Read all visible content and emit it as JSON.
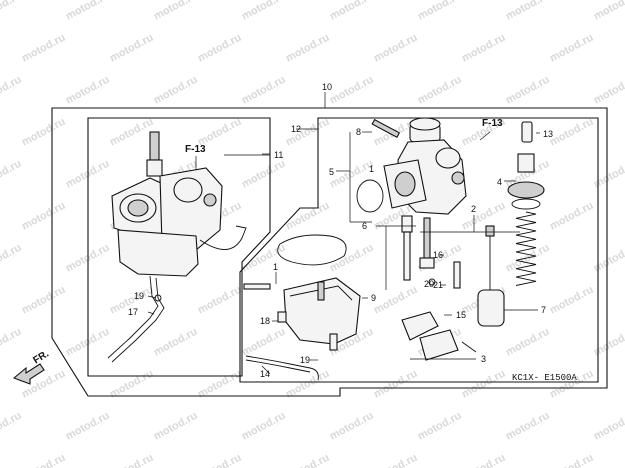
{
  "watermark": "motod.ru",
  "assembly_code": "KC1X- E1500A",
  "direction_label": "FR.",
  "reference_labels": {
    "left_carb": "F-13",
    "right_carb": "F-13"
  },
  "callouts": [
    "10",
    "11",
    "12",
    "8",
    "13",
    "5",
    "4",
    "2",
    "6",
    "16",
    "21",
    "20",
    "15",
    "3",
    "7",
    "9",
    "1",
    "18",
    "19",
    "14",
    "17",
    "19",
    "1"
  ]
}
